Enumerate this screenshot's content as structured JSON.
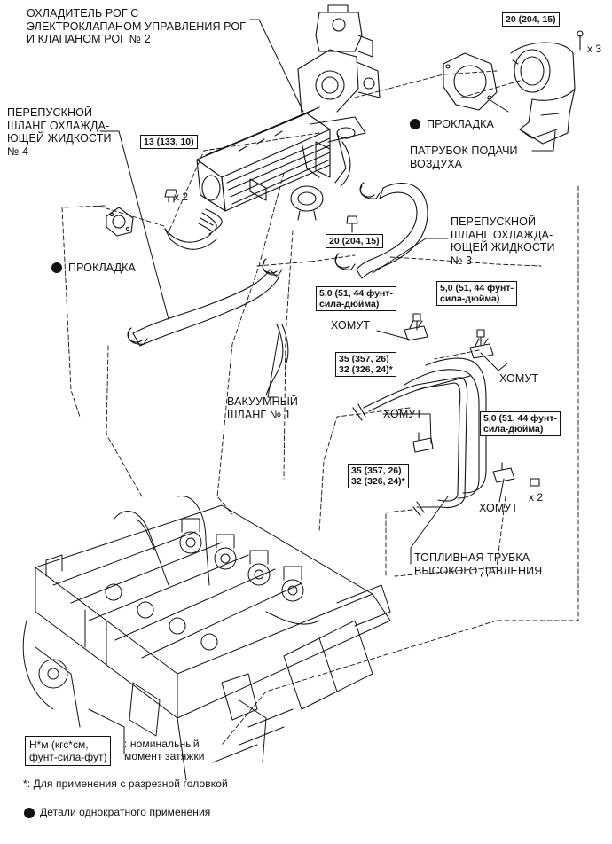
{
  "labels": {
    "egr_cooler": "ОХЛАДИТЕЛЬ РОГ С\nЭЛЕКТРОКЛАПАНОМ УПРАВЛЕНИЯ РОГ\nИ КЛАПАНОМ РОГ № 2",
    "bypass_hose_4": "ПЕРЕПУСКНОЙ\nШЛАНГ ОХЛАЖДА-\nЮЩЕЙ ЖИДКОСТИ\n№ 4",
    "gasket_left": "ПРОКЛАДКА",
    "gasket_right": "ПРОКЛАДКА",
    "air_inlet": "ПАТРУБОК ПОДАЧИ\nВОЗДУХА",
    "bypass_hose_3": "ПЕРЕПУСКНОЙ\nШЛАНГ ОХЛАЖДА-\nЮЩЕЙ ЖИДКОСТИ\n№ 3",
    "clamp_1": "ХОМУТ",
    "clamp_2": "ХОМУТ",
    "clamp_3": "ХОМУТ",
    "clamp_4": "ХОМУТ",
    "vacuum_hose": "ВАКУУМНЫЙ\nШЛАНГ № 1",
    "fuel_tube": "ТОПЛИВНАЯ ТРУБКА\nВЫСОКОГО ДАВЛЕНИЯ"
  },
  "torques": {
    "t_top_right": "20 (204, 15)",
    "t_left": "13 (133, 10)",
    "t_center": "20 (204, 15)",
    "t_clamp_left": "5,0 (51, 44 фунт-\nсила-дюйма)",
    "t_clamp_right": "5,0 (51, 44 фунт-\nсила-дюйма)",
    "t_clamp_lower": "5,0 (51, 44 фунт-\nсила-дюйма)",
    "t_union_upper": "35 (357, 26)\n32 (326, 24)*",
    "t_union_lower": "35 (357, 26)\n32 (326, 24)*"
  },
  "quantities": {
    "q_top_right": "x 3",
    "q_left": "x 2",
    "q_lower": "x 2"
  },
  "legend": {
    "torque_box": "Н*м (кгс*см,\nфунт-сила-фут)",
    "torque_desc": ": номинальный\nмомент затяжки",
    "footnote": "*: Для применения с разрезной головкой",
    "non_reusable": "Детали однократного применения"
  }
}
